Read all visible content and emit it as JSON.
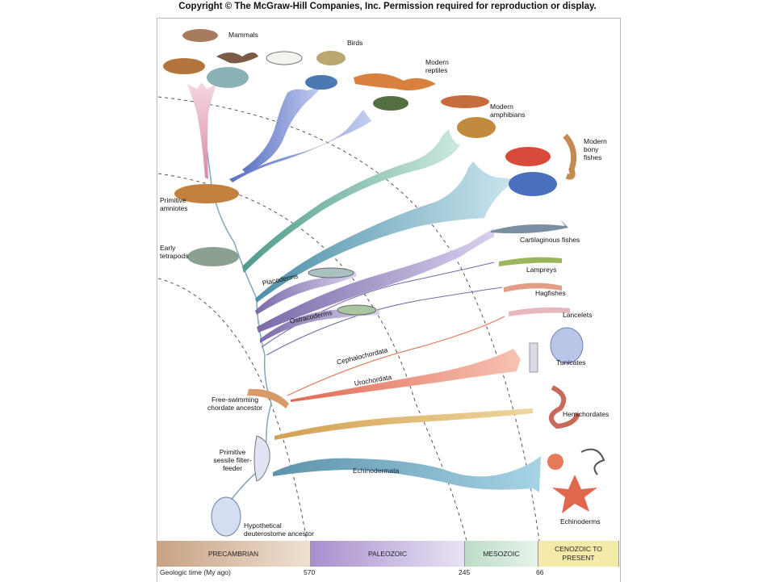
{
  "header": {
    "copyright": "Copyright © The McGraw-Hill Companies, Inc. Permission required for reproduction or display."
  },
  "labels": {
    "mammals": "Mammals",
    "birds": "Birds",
    "modern_reptiles": "Modern reptiles",
    "modern_amphibians": "Modern amphibians",
    "modern_bony_fishes": "Modern bony fishes",
    "cartilaginous_fishes": "Cartilaginous fishes",
    "lampreys": "Lampreys",
    "hagfishes": "Hagfishes",
    "lancelets": "Lancelets",
    "tunicates": "Tunicates",
    "hemichordates": "Hemichordates",
    "echinoderms": "Echinoderms",
    "primitive_amniotes": "Primitive amniotes",
    "early_tetrapods": "Early tetrapods",
    "placoderms": "Placoderms",
    "ostracoderms": "Ostracoderms",
    "cephalochordata": "Cephalochordata",
    "urochordata": "Urochordata",
    "echinodermata": "Echinodermata",
    "free_swimming": "Free-swimming chordate ancestor",
    "sessile": "Primitive sessile filter-feeder",
    "deuterostome": "Hypothetical deuterostome ancestor"
  },
  "timeline": {
    "eras": [
      "PRECAMBRIAN",
      "PALEOZOIC",
      "MESOZOIC",
      "CENOZOIC TO PRESENT"
    ],
    "axis_label": "Geologic time (My ago)",
    "ticks": [
      "570",
      "245",
      "66"
    ]
  },
  "colors": {
    "precambrian": "#d8b89a",
    "paleozoic": "#b8a6d6",
    "mesozoic": "#cfe3d4",
    "cenozoic": "#f3e6a8"
  }
}
